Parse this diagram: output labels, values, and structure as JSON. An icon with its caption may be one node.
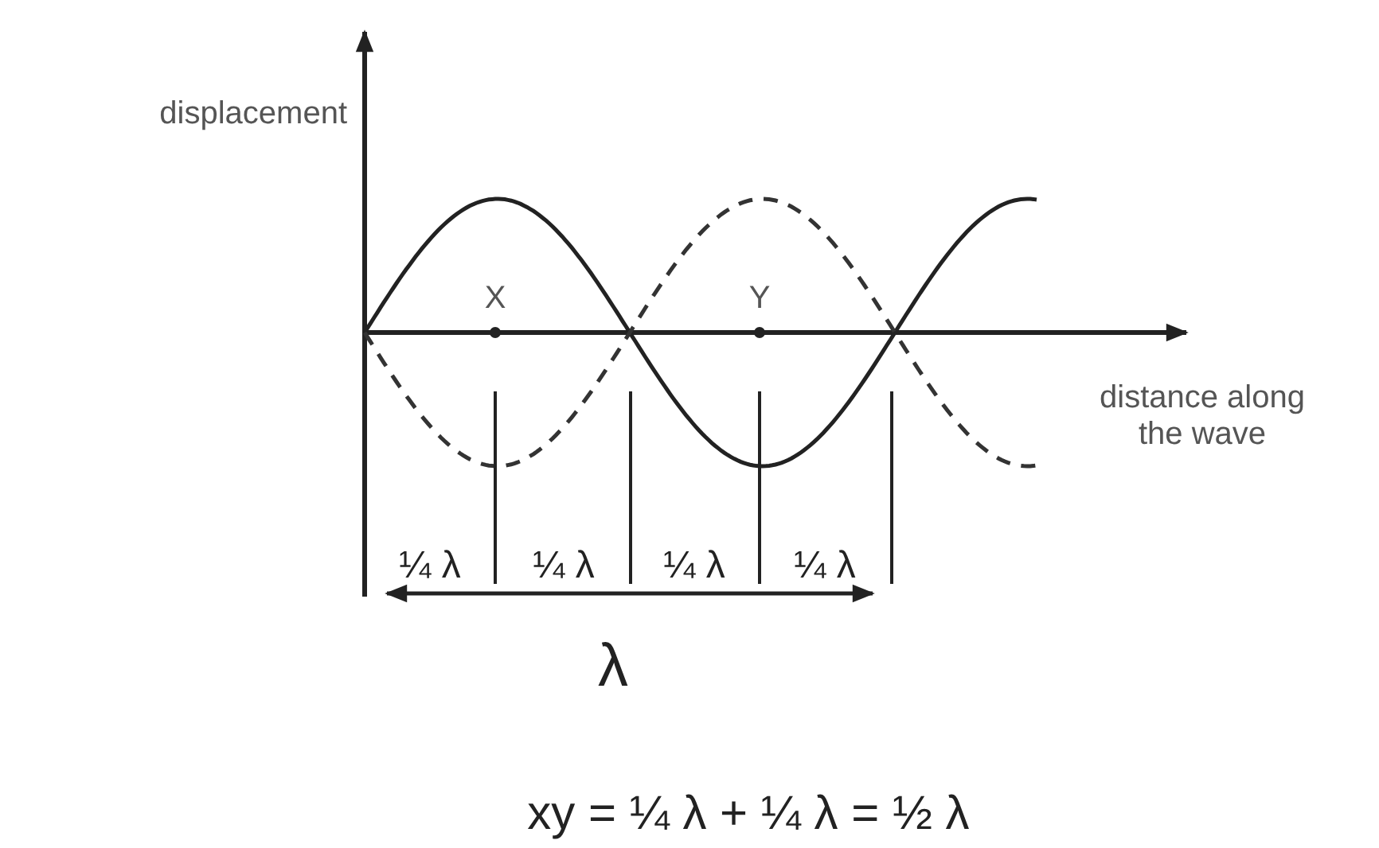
{
  "diagram": {
    "labels": [
      "displacement",
      "X",
      "Y",
      "distance along the wave",
      "¼ λ",
      "¼ λ",
      "¼ λ",
      "¼ λ",
      "λ",
      "xy =  ¼ λ + ¼ λ = ½ λ"
    ]
  }
}
